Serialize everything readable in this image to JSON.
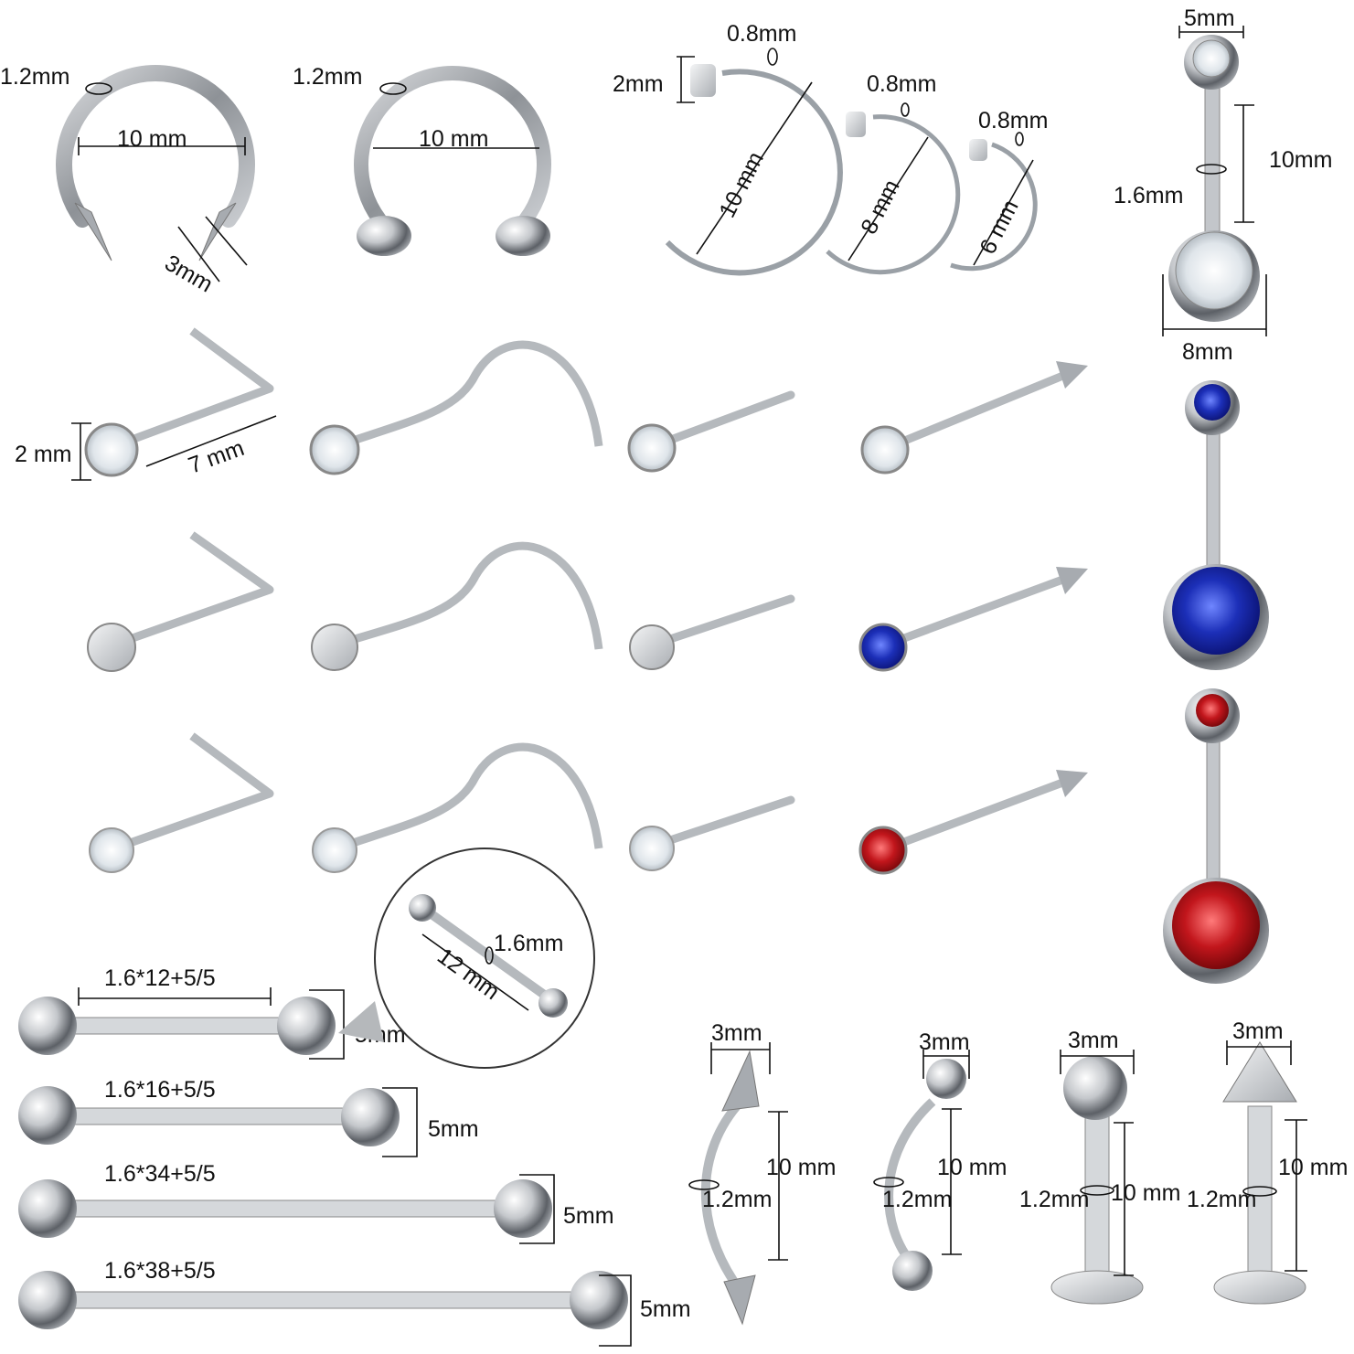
{
  "labels": {
    "spike_ring_gauge": "1.2mm",
    "spike_ring_diameter": "10 mm",
    "spike_ring_spike": "3mm",
    "ball_ring_gauge": "1.2mm",
    "ball_ring_diameter": "10 mm",
    "hoop_head": "2mm",
    "hoop_gauge_10": "0.8mm",
    "hoop_size_10": "10 mm",
    "hoop_gauge_8": "0.8mm",
    "hoop_size_8": "8 mm",
    "hoop_gauge_6": "0.8mm",
    "hoop_size_6": "6 mm",
    "belly_top_ball": "5mm",
    "belly_length": "10mm",
    "belly_gauge": "1.6mm",
    "belly_gem": "8mm",
    "stud_head": "2 mm",
    "stud_length": "7 mm",
    "barbell_1": "1.6*12+5/5",
    "barbell_2": "1.6*16+5/5",
    "barbell_3": "1.6*34+5/5",
    "barbell_4": "1.6*38+5/5",
    "barbell_ball_1": "5mm",
    "barbell_ball_2": "5mm",
    "barbell_ball_3": "5mm",
    "barbell_ball_4": "5mm",
    "zoom_gauge": "1.6mm",
    "zoom_length": "12 mm",
    "curved_spike_top": "3mm",
    "curved_spike_length": "10 mm",
    "curved_spike_gauge": "1.2mm",
    "curved_ball_top": "3mm",
    "curved_ball_length": "10 mm",
    "curved_ball_gauge": "1.2mm",
    "labret_ball_top": "3mm",
    "labret_ball_length": "10 mm",
    "labret_ball_gauge": "1.2mm",
    "labret_spike_top": "3mm",
    "labret_spike_length": "10 mm",
    "labret_spike_gauge": "1.2mm"
  },
  "colors": {
    "text": "#111111",
    "clear_gem": "#e9eef2",
    "blue_gem": "#1c2fb8",
    "red_gem": "#c2161c",
    "metal": "#b9bcc0"
  }
}
